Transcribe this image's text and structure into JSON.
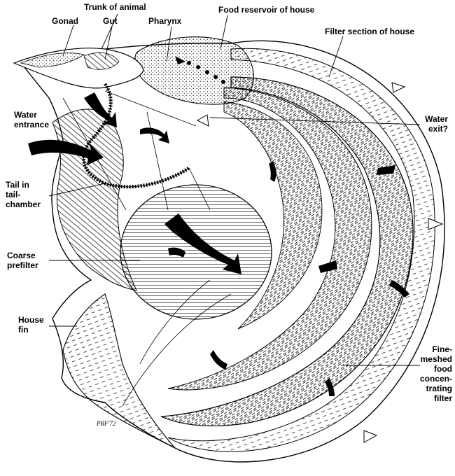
{
  "labels": {
    "trunk": "Trunk of animal",
    "food_reservoir": "Food reservoir of house",
    "gonad": "Gonad",
    "gut": "Gut",
    "pharynx": "Pharynx",
    "filter_section": "Filter section of house",
    "water_entrance_1": "Water",
    "water_entrance_2": "entrance",
    "water_exit_1": "Water",
    "water_exit_2": "exit?",
    "tail_1": "Tail in",
    "tail_2": "tail-",
    "tail_3": "chamber",
    "prefilter_1": "Coarse",
    "prefilter_2": "prefilter",
    "fin_1": "House",
    "fin_2": "fin",
    "fine_1": "Fine-",
    "fine_2": "meshed",
    "fine_3": "food",
    "fine_4": "concen-",
    "fine_5": "trating",
    "fine_6": "filter"
  },
  "signature": "PRF'72",
  "colors": {
    "ink": "#000000",
    "paper": "#ffffff"
  }
}
